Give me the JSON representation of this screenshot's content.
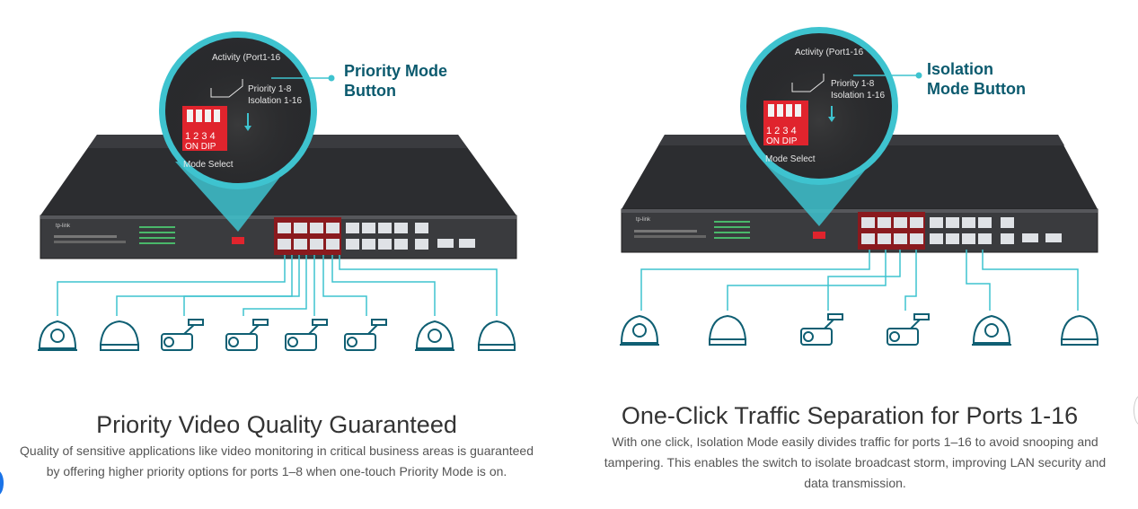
{
  "left_panel": {
    "callout": {
      "line1": "Priority Mode",
      "line2": "Button"
    },
    "title": "Priority Video Quality Guaranteed",
    "description_line1": "Quality of sensitive applications like video monitoring in critical business areas is guaranteed",
    "description_line2": "by offering higher priority options for ports 1–8 when one-touch Priority Mode is on.",
    "zoom": {
      "activity": "Activity (Port1-16",
      "switch_1": "Priority 1-8",
      "switch_2": "Isolation 1-16",
      "dip_numbers": "1 2 3 4",
      "dip_label": "ON DIP",
      "mode_select": "Mode Select"
    }
  },
  "right_panel": {
    "callout": {
      "line1": "Isolation",
      "line2": "Mode Button"
    },
    "title": "One-Click Traffic Separation for Ports 1-16",
    "description_line1": "With one click, Isolation Mode easily divides traffic for ports 1–16 to avoid snooping and",
    "description_line2": "tampering. This enables the switch to isolate broadcast storm, improving LAN security and",
    "description_line3": "data transmission.",
    "zoom": {
      "activity": "Activity (Port1-16",
      "switch_1": "Priority 1-8",
      "switch_2": "Isolation 1-16",
      "dip_numbers": "1 2 3 4",
      "dip_label": "ON DIP",
      "mode_select": "Mode Select"
    }
  },
  "colors": {
    "teal": "#3ec3cf",
    "callout_text": "#0b5a6e",
    "switch_body": "#2f3033",
    "dip_red": "#e0242d"
  }
}
